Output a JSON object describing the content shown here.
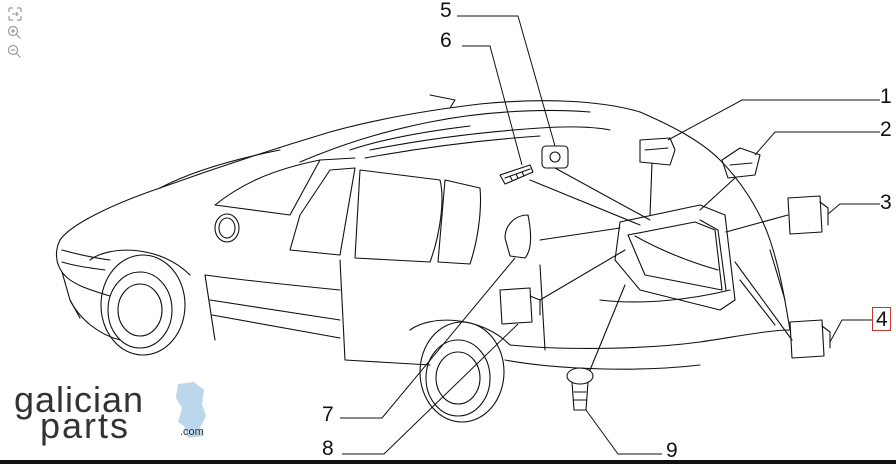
{
  "toolbar": {
    "fit_icon": "fit-to-screen-icon",
    "zoom_in_icon": "zoom-in-icon",
    "zoom_out_icon": "zoom-out-icon"
  },
  "diagram": {
    "callouts": [
      {
        "id": "1",
        "label": "1",
        "selected": false
      },
      {
        "id": "2",
        "label": "2",
        "selected": false
      },
      {
        "id": "3",
        "label": "3",
        "selected": false
      },
      {
        "id": "4",
        "label": "4",
        "selected": true
      },
      {
        "id": "5",
        "label": "5",
        "selected": false
      },
      {
        "id": "6",
        "label": "6",
        "selected": false
      },
      {
        "id": "7",
        "label": "7",
        "selected": false
      },
      {
        "id": "8",
        "label": "8",
        "selected": false
      },
      {
        "id": "9",
        "label": "9",
        "selected": false
      }
    ],
    "selected_color": "#c0392b",
    "line_color": "#111111"
  },
  "logo": {
    "line1": "galician",
    "line2": "parts",
    "suffix": ".com",
    "accent_color": "#bcd6ec"
  }
}
